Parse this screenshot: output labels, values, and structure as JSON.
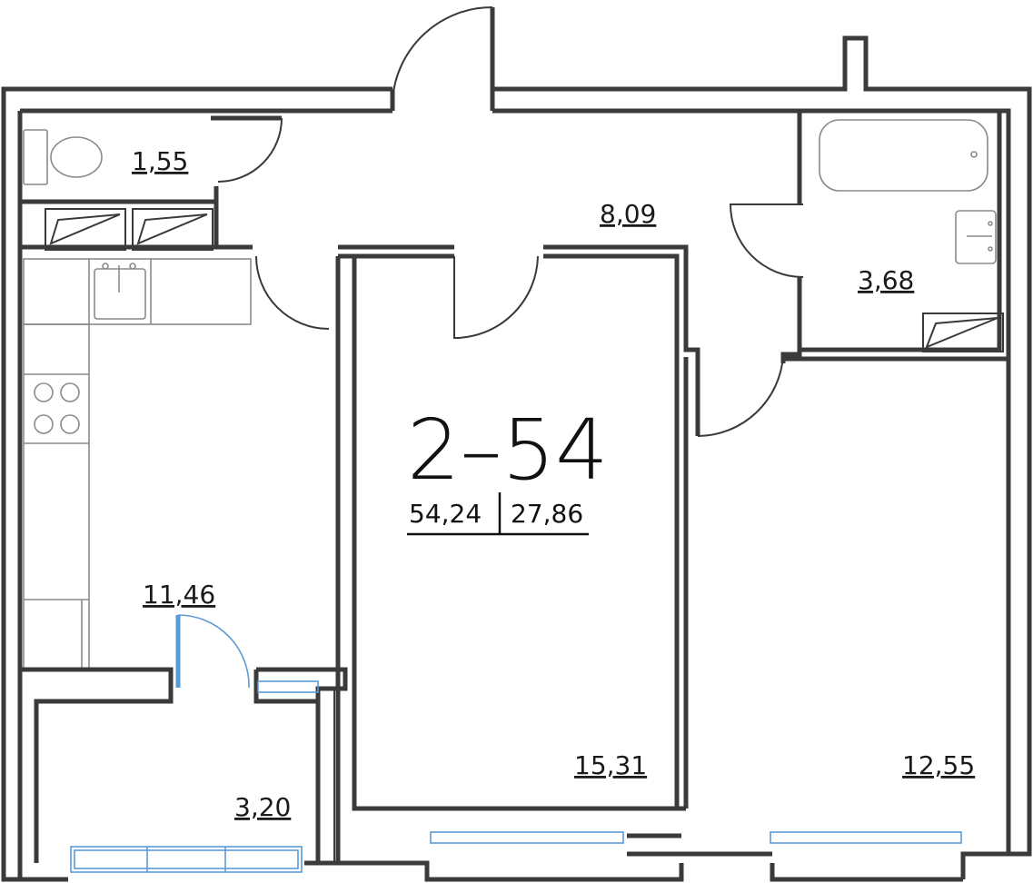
{
  "plan": {
    "unit_code": "2–54",
    "total_area": "54,24",
    "living_area": "27,86",
    "rooms": {
      "toilet": "1,55",
      "hall": "8,09",
      "bathroom": "3,68",
      "kitchen": "11,46",
      "balcony": "3,20",
      "room1": "15,31",
      "room2": "12,55"
    }
  },
  "colors": {
    "wall": "#3a3a3a",
    "window": "#5b9bd5",
    "fixture": "#8a8a8a"
  }
}
